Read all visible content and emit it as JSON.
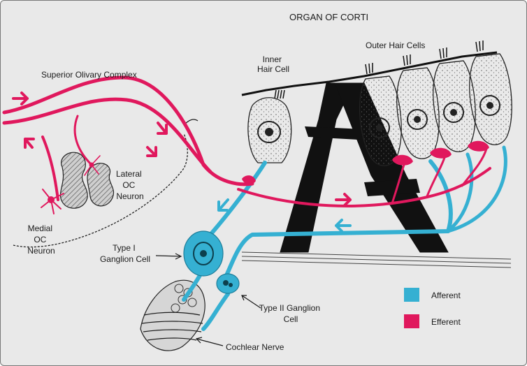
{
  "diagram": {
    "title": "ORGAN OF CORTI",
    "labels": {
      "superior_olivary_complex": "Superior Olivary Complex",
      "inner_hair_cell": [
        "Inner",
        "Hair Cell"
      ],
      "outer_hair_cells": "Outer Hair Cells",
      "lateral_oc_neuron": [
        "Lateral",
        "OC",
        "Neuron"
      ],
      "medial_oc_neuron": [
        "Medial",
        "OC",
        "Neuron"
      ],
      "type1_ganglion": [
        "Type I",
        "Ganglion Cell"
      ],
      "type2_ganglion": [
        "Type II Ganglion",
        "Cell"
      ],
      "cochlear_nerve": "Cochlear Nerve"
    },
    "legend": [
      {
        "label": "Afferent",
        "color": "#35b0d2"
      },
      {
        "label": "Efferent",
        "color": "#e0185d"
      }
    ]
  }
}
